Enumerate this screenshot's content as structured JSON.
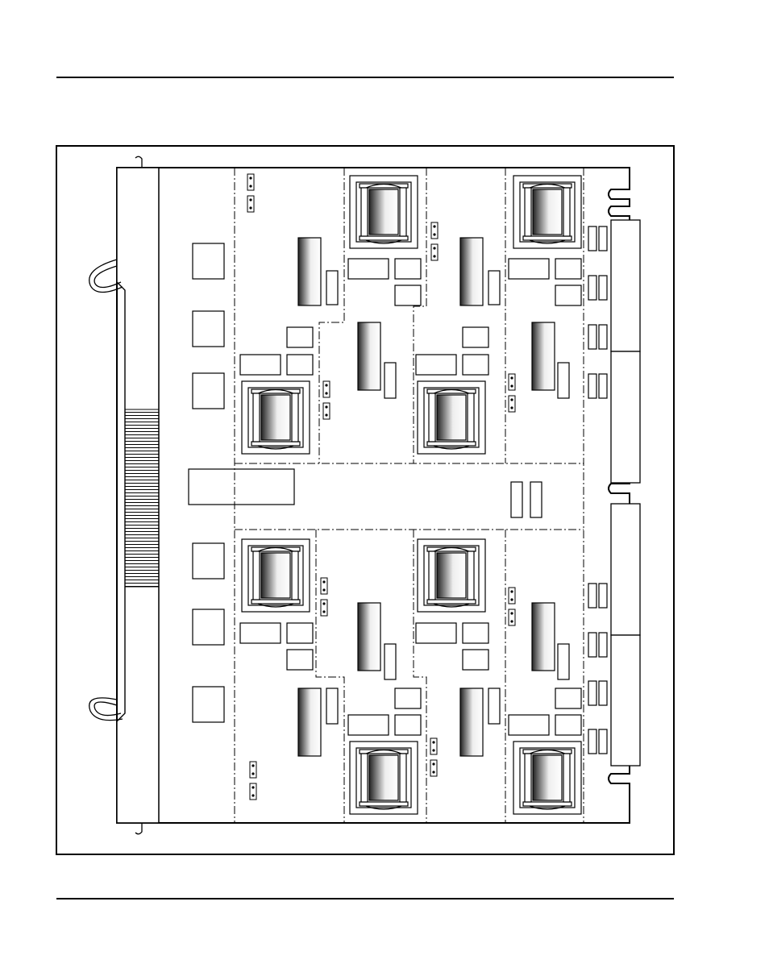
{
  "page": {
    "header_rule": true,
    "footer_rule": true
  },
  "figure": {
    "subject": "circuit-card-component-layout",
    "frame": true,
    "card": {
      "ejector_latches": [
        "top-left",
        "bottom-left"
      ],
      "edge_connector": "left",
      "backplane_connectors": 4,
      "channel_blocks": 8,
      "transformers_per_block": 1,
      "chips_per_block": 1,
      "jumper_pairs": 8,
      "large_label_area": 1
    },
    "colors": {
      "line": "#000000",
      "background": "#ffffff",
      "chip_dark": "#222222",
      "chip_light": "#ffffff"
    }
  }
}
